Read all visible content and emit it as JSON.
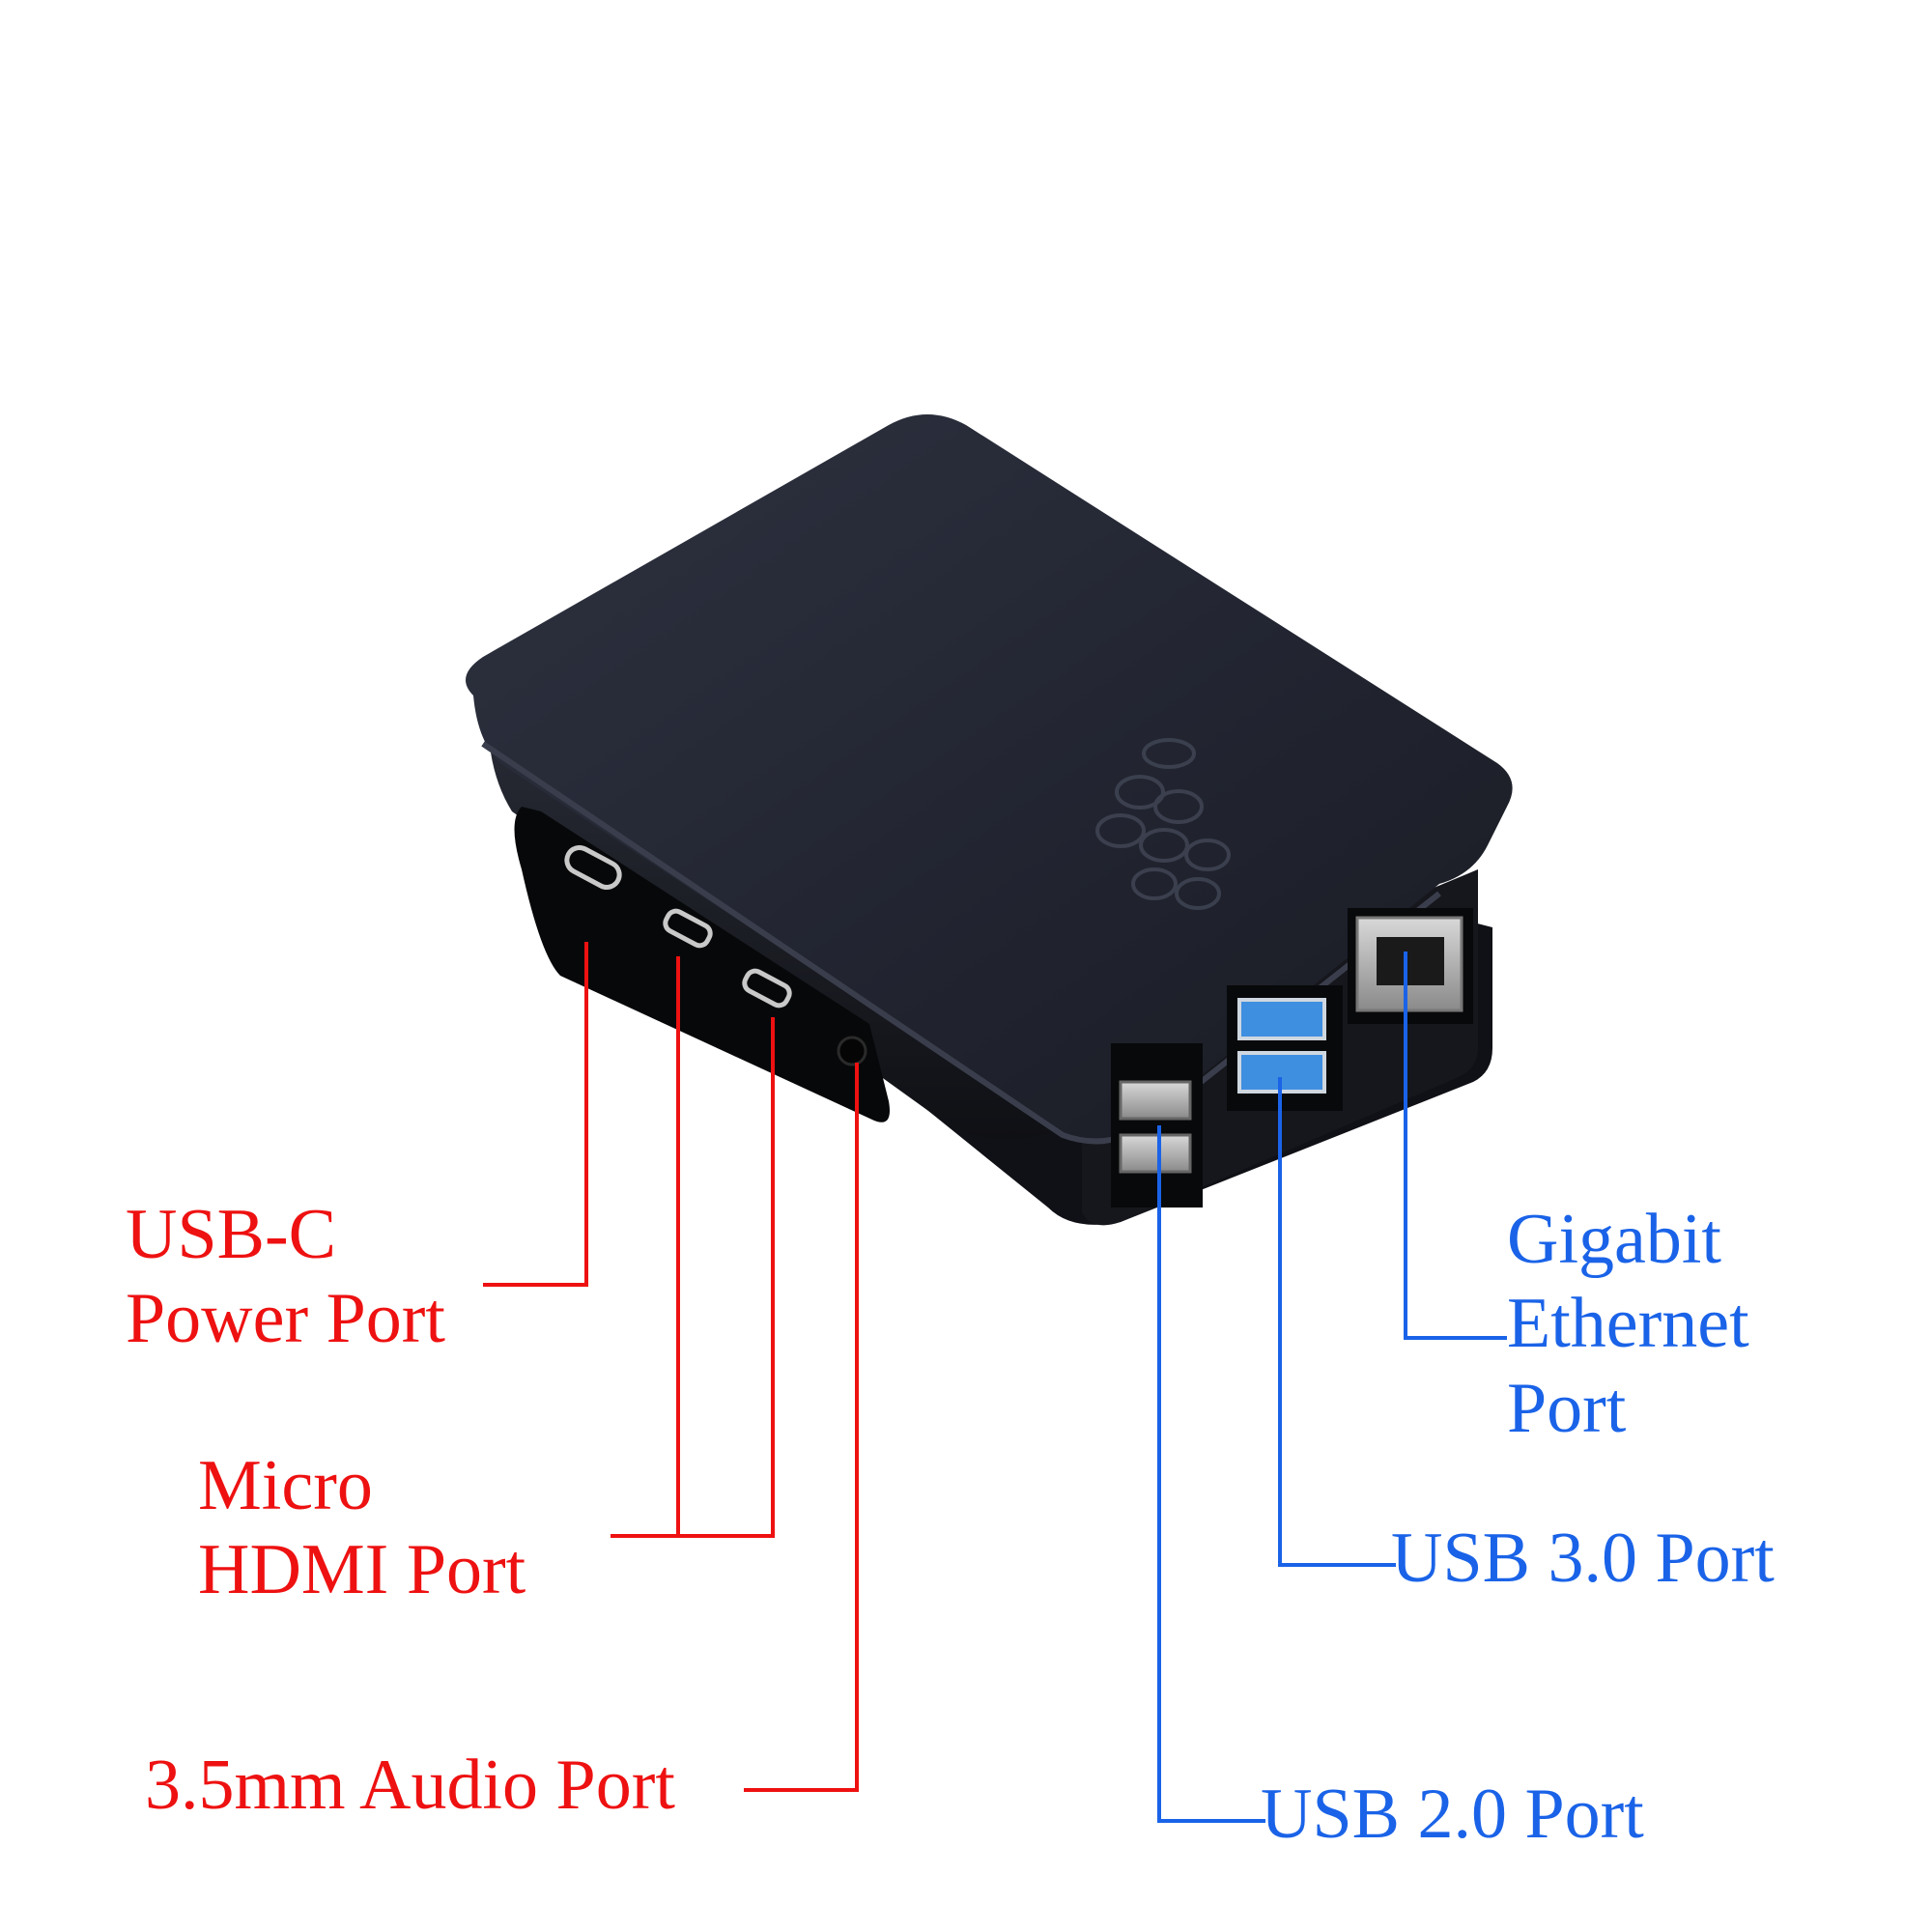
{
  "labels": {
    "usbc": [
      "USB-C",
      "Power Port"
    ],
    "hdmi": [
      "Micro",
      "HDMI Port"
    ],
    "audio": [
      "3.5mm Audio Port"
    ],
    "ethernet": [
      "Gigabit",
      "Ethernet",
      "Port"
    ],
    "usb3": [
      "USB 3.0 Port"
    ],
    "usb2": [
      "USB 2.0 Port"
    ]
  },
  "colors": {
    "left_callouts": "#ee1111",
    "right_callouts": "#1a63e8",
    "case_body": "#1b1d25",
    "case_top": "#262a36",
    "usb3_blue": "#3f8fe0"
  },
  "icons": {
    "logo": "raspberry-logo-emboss"
  }
}
